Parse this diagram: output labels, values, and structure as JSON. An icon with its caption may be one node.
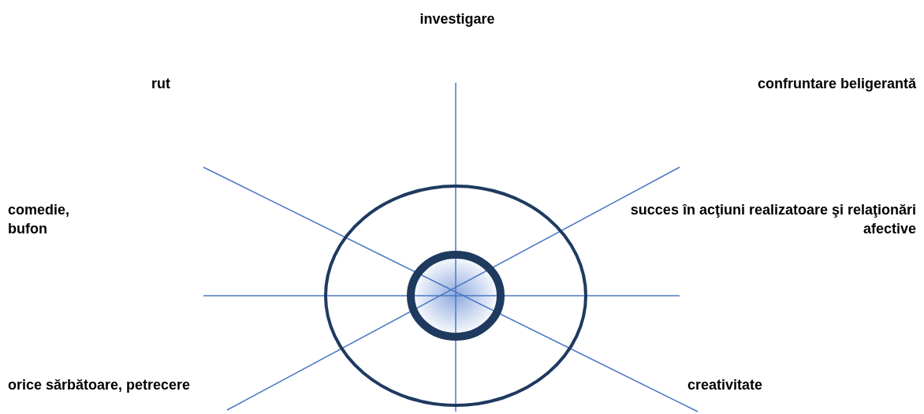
{
  "diagram": {
    "labels": [
      "investigare",
      "rut",
      "confruntare beligerantă",
      "comedie, bufon",
      "succes în acţiuni realizatoare şi relaţionări afective",
      "orice sărbătoare, petrecere",
      "creativitate"
    ]
  }
}
